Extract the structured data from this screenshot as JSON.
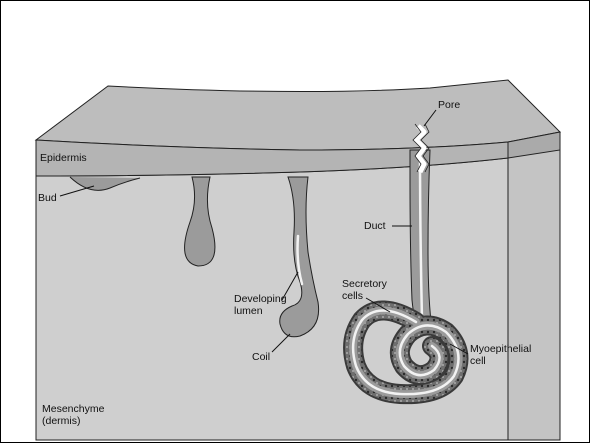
{
  "labels": {
    "pore": "Pore",
    "epidermis": "Epidermis",
    "bud": "Bud",
    "duct": "Duct",
    "secretory_1": "Secretory",
    "secretory_2": "cells",
    "developing_1": "Developing",
    "developing_2": "lumen",
    "myoepithelial_1": "Myoepithelial",
    "myoepithelial_2": "cell",
    "coil": "Coil",
    "mesenchyme_1": "Mesenchyme",
    "mesenchyme_2": "(dermis)"
  },
  "colors": {
    "background": "#ffffff",
    "epidermis_fill": "#b4b4b4",
    "dermis_fill": "#cfcfcf",
    "top_surface": "#bdbdbd",
    "gland_fill": "#9b9b9b",
    "coil_dark": "#3a3a3a",
    "lumen": "#f2f2f2",
    "outline": "#222222"
  }
}
